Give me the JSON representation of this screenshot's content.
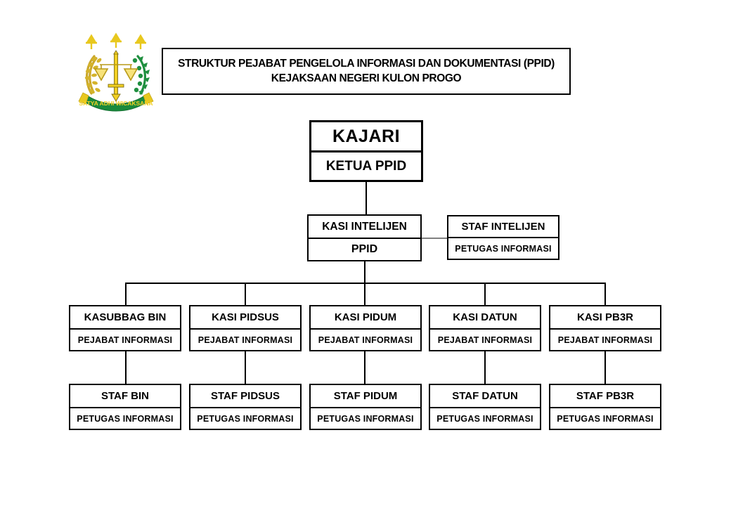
{
  "header": {
    "logo_name": "kejaksaan-ri-emblem",
    "logo_motto": "SATYA ADHI WICAKSANA",
    "title_line1": "STRUKTUR PEJABAT PENGELOLA INFORMASI DAN DOKUMENTASI (PPID)",
    "title_line2": "KEJAKSAAN NEGERI KULON PROGO"
  },
  "chart": {
    "root": {
      "title": "KAJARI",
      "subtitle": "KETUA PPID"
    },
    "level2": [
      {
        "title": "KASI INTELIJEN",
        "subtitle": "PPID"
      },
      {
        "title": "STAF INTELIJEN",
        "subtitle": "PETUGAS  INFORMASI"
      }
    ],
    "level3": [
      {
        "title": "KASUBBAG BIN",
        "subtitle": "PEJABAT  INFORMASI"
      },
      {
        "title": "KASI PIDSUS",
        "subtitle": "PEJABAT  INFORMASI"
      },
      {
        "title": "KASI PIDUM",
        "subtitle": "PEJABAT  INFORMASI"
      },
      {
        "title": "KASI DATUN",
        "subtitle": "PEJABAT  INFORMASI"
      },
      {
        "title": "KASI PB3R",
        "subtitle": "PEJABAT  INFORMASI"
      }
    ],
    "level4": [
      {
        "title": "STAF BIN",
        "subtitle": "PETUGAS  INFORMASI"
      },
      {
        "title": "STAF PIDSUS",
        "subtitle": "PETUGAS  INFORMASI"
      },
      {
        "title": "STAF PIDUM",
        "subtitle": "PETUGAS  INFORMASI"
      },
      {
        "title": "STAF DATUN",
        "subtitle": "PETUGAS  INFORMASI"
      },
      {
        "title": "STAF PB3R",
        "subtitle": "PETUGAS  INFORMASI"
      }
    ]
  },
  "colors": {
    "background": "#ffffff",
    "line": "#000000",
    "thin_line": "#808080",
    "logo_green": "#1a8a3c",
    "logo_yellow": "#f2d024",
    "logo_gold": "#d8b92a"
  }
}
